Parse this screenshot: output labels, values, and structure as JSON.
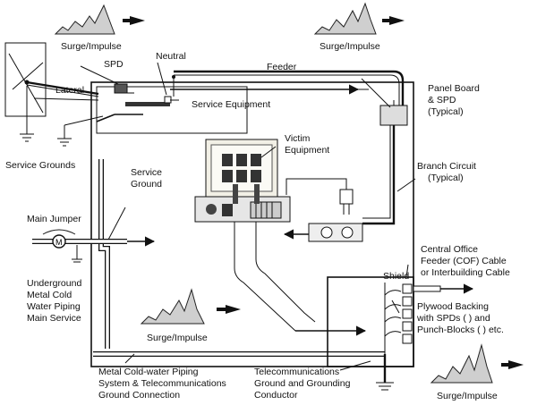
{
  "labels": {
    "surge_top_left": "Surge/Impulse",
    "surge_top_right": "Surge/Impulse",
    "surge_middle": "Surge/Impulse",
    "surge_bottom_right": "Surge/Impulse",
    "spd": "SPD",
    "neutral": "Neutral",
    "feeder": "Feeder",
    "lateral": "Lateral",
    "service_equipment": "Service Equipment",
    "service_grounds": "Service Grounds",
    "service_ground_1": "Service",
    "service_ground_2": "Ground",
    "panel_board_1": "Panel Board",
    "panel_board_2": "& SPD",
    "panel_board_3": "(Typical)",
    "victim_1": "Victim",
    "victim_2": "Equipment",
    "branch_1": "Branch Circuit",
    "branch_2": "(Typical)",
    "main_jumper": "Main Jumper",
    "meter_symbol": "M",
    "underground_1": "Underground",
    "underground_2": "Metal Cold",
    "underground_3": "Water Piping",
    "underground_4": "Main Service",
    "cof_1": "Central Office",
    "cof_2": "Feeder (COF) Cable",
    "cof_3": "or Interbuilding Cable",
    "shield": "Shield",
    "plywood_1": "Plywood Backing",
    "plywood_2": "with SPDs (  ) and",
    "plywood_3": "Punch-Blocks (  ) etc.",
    "metal_1": "Metal Cold-water Piping",
    "metal_2": "System & Telecommunications",
    "metal_3": "Ground Connection",
    "telecom_1": "Telecommunications",
    "telecom_2": "Ground  and Grounding",
    "telecom_3": "Conductor"
  }
}
